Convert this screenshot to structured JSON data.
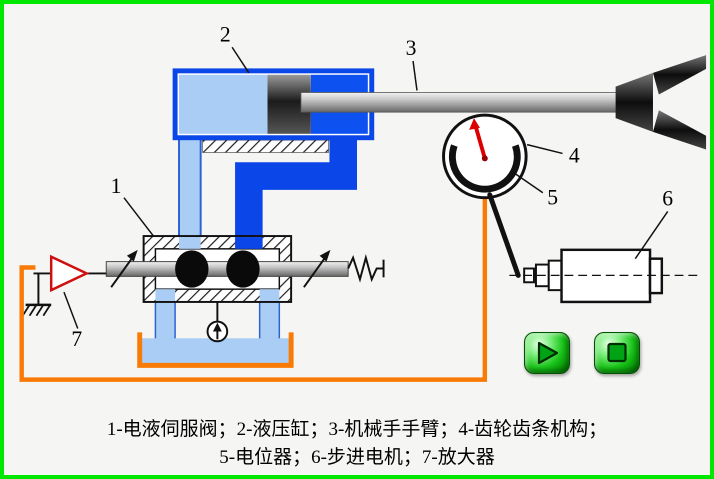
{
  "labels": {
    "n1": "1",
    "n2": "2",
    "n3": "3",
    "n4": "4",
    "n5": "5",
    "n6": "6",
    "n7": "7"
  },
  "caption": {
    "line1": "1-电液伺服阀；2-液压缸；3-机械手手臂；4-齿轮齿条机构；",
    "line2": "5-电位器；6-步进电机；7-放大器"
  },
  "legend": [
    {
      "num": "1",
      "name": "电液伺服阀"
    },
    {
      "num": "2",
      "name": "液压缸"
    },
    {
      "num": "3",
      "name": "机械手手臂"
    },
    {
      "num": "4",
      "name": "齿轮齿条机构"
    },
    {
      "num": "5",
      "name": "电位器"
    },
    {
      "num": "6",
      "name": "步进电机"
    },
    {
      "num": "7",
      "name": "放大器"
    }
  ],
  "controls": {
    "play": "play-icon",
    "stop": "stop-icon"
  },
  "colors": {
    "frame_green": "#00e800",
    "hydraulic_blue": "#0a46e8",
    "fluid_light_blue": "#a9cdf4",
    "signal_orange": "#f97b06",
    "needle_red": "#dd0000",
    "button_green": "#17c217"
  }
}
